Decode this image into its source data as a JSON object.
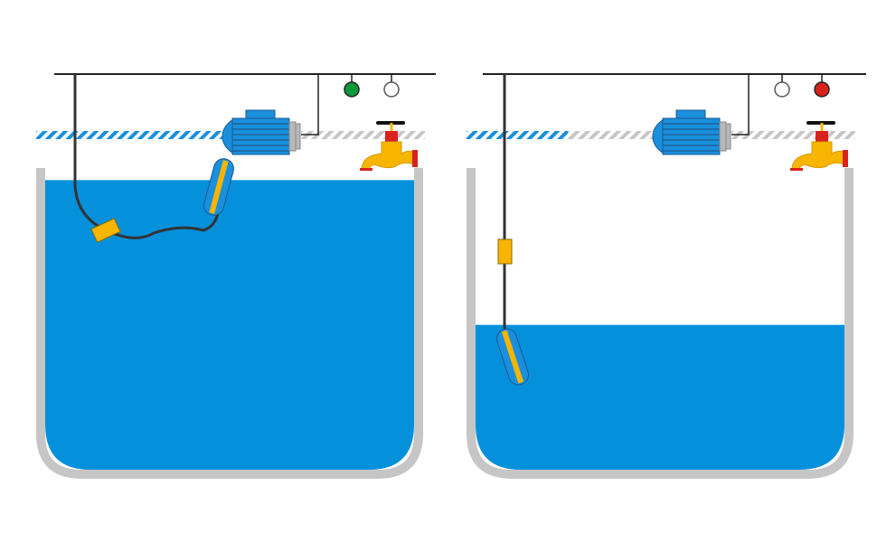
{
  "colors": {
    "water": "#0590dc",
    "tank": "#c6c6c6",
    "motor": "#1a8fdc",
    "float_yellow": "#f7b500",
    "tap_red": "#d9221c",
    "lamp_green": "#0a9a3a",
    "lamp_red": "#d9221c",
    "lamp_off": "#ffffff"
  },
  "panels": [
    {
      "state": "full",
      "water_level": 0.96,
      "pump_running": false,
      "lamps": [
        "green",
        "off"
      ]
    },
    {
      "state": "low",
      "water_level": 0.48,
      "pump_running": false,
      "lamps": [
        "off",
        "red"
      ]
    }
  ]
}
